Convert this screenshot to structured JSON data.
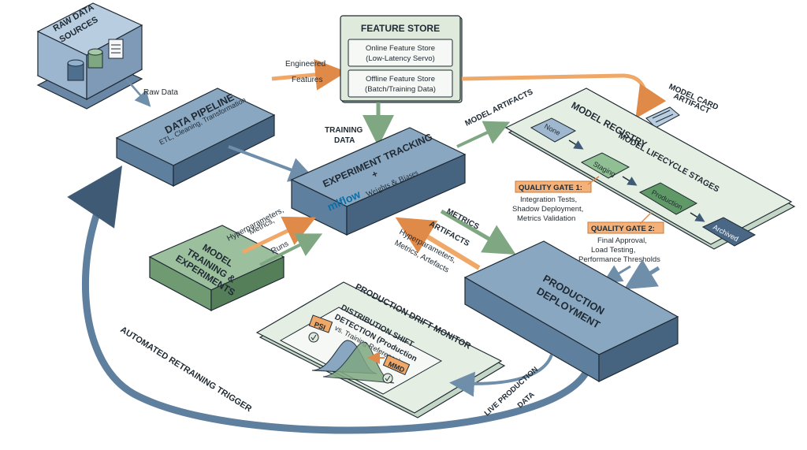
{
  "raw_sources": {
    "line1": "RAW DATA",
    "line2": "SOURCES"
  },
  "raw_data_label": "Raw Data",
  "engineered": {
    "line1": "Engineered",
    "line2": "Features"
  },
  "feature_store": {
    "title": "FEATURE STORE",
    "online": {
      "line1": "Online Feature Store",
      "line2": "(Low-Latency Servo)"
    },
    "offline": {
      "line1": "Offline Feature Store",
      "line2": "(Batch/Training Data)"
    }
  },
  "data_pipeline": {
    "title": "DATA PIPELINE",
    "subtitle": "ETL, Cleaning, Transformation"
  },
  "training_data": {
    "line1": "TRAINING",
    "line2": "DATA"
  },
  "model_artifacts": "MODEL ARTIFACTS",
  "model_card": {
    "line1": "MODEL CARD",
    "line2": "ARTIFACT"
  },
  "experiment_tracking": {
    "title": "EXPERIMENT TRACKING",
    "plus": "+",
    "mlflow": "mlflow",
    "wandb": "Weights & Biases"
  },
  "model_registry": {
    "title": "MODEL REGISTRY",
    "subtitle": "MODEL LIFECYCLE STAGES",
    "stages": [
      "None",
      "Staging",
      "Production",
      "Archived"
    ]
  },
  "quality_gate_1": {
    "title": "QUALITY GATE 1:",
    "lines": [
      "Integration Tests,",
      "Shadow Deployment,",
      "Metrics Validation"
    ]
  },
  "quality_gate_2": {
    "title": "QUALITY GATE 2:",
    "lines": [
      "Final Approval,",
      "Load Testing,",
      "Performance Thresholds"
    ]
  },
  "hyperparams_left": {
    "line1": "Hyperparameters,",
    "line2": "Metrics,"
  },
  "runs": "Runs",
  "metrics": "METRICS",
  "artifacts": "ARTIFACTS",
  "hyperparams_right": {
    "line1": "Hyperparameters,",
    "line2": "Metrics, Artefacts"
  },
  "model_training": {
    "line1": "MODEL",
    "line2": "TRAINING &",
    "line3": "EXPERIMENTS"
  },
  "production_deployment": {
    "line1": "PRODUCTION",
    "line2": "DEPLOYMENT"
  },
  "drift_monitor": {
    "title": "PRODUCTION DRIFT MONITOR",
    "detect1": "DISTRIBUTION SHIFT",
    "detect2": "DETECTION (Production",
    "detect3": "vs. Training Reference)",
    "psi": "PSI",
    "mmd": "MMD"
  },
  "live_data": {
    "line1": "LIVE PRODUCTION",
    "line2": "DATA"
  },
  "retrain": "AUTOMATED RETRAINING TRIGGER",
  "colors": {
    "blue_top": "#8aa7c2",
    "blue_front": "#5f7f9f",
    "blue_side": "#46637f",
    "green_panel": "#dfeadd",
    "green_block": "#7fa882",
    "orange": "#f0a868",
    "stroke": "#1f2a33"
  }
}
